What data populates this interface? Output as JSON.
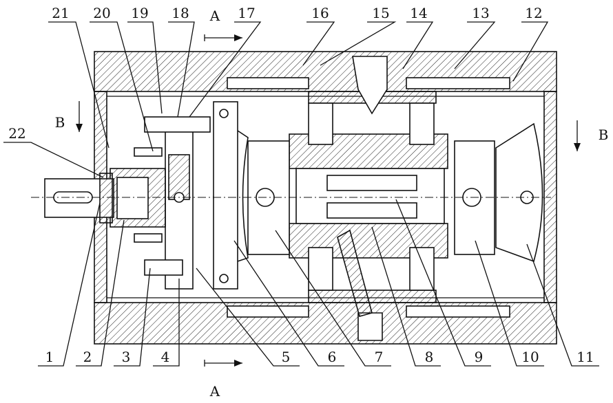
{
  "labels": {
    "top": [
      "21",
      "20",
      "19",
      "18",
      "17",
      "16",
      "15",
      "14",
      "13",
      "12"
    ],
    "bottom": [
      "1",
      "2",
      "3",
      "4",
      "5",
      "6",
      "7",
      "8",
      "9",
      "10",
      "11"
    ],
    "left_part": "22",
    "section_a_top": "A",
    "section_a_bottom": "A",
    "section_b_left": "B",
    "section_b_right": "B"
  }
}
